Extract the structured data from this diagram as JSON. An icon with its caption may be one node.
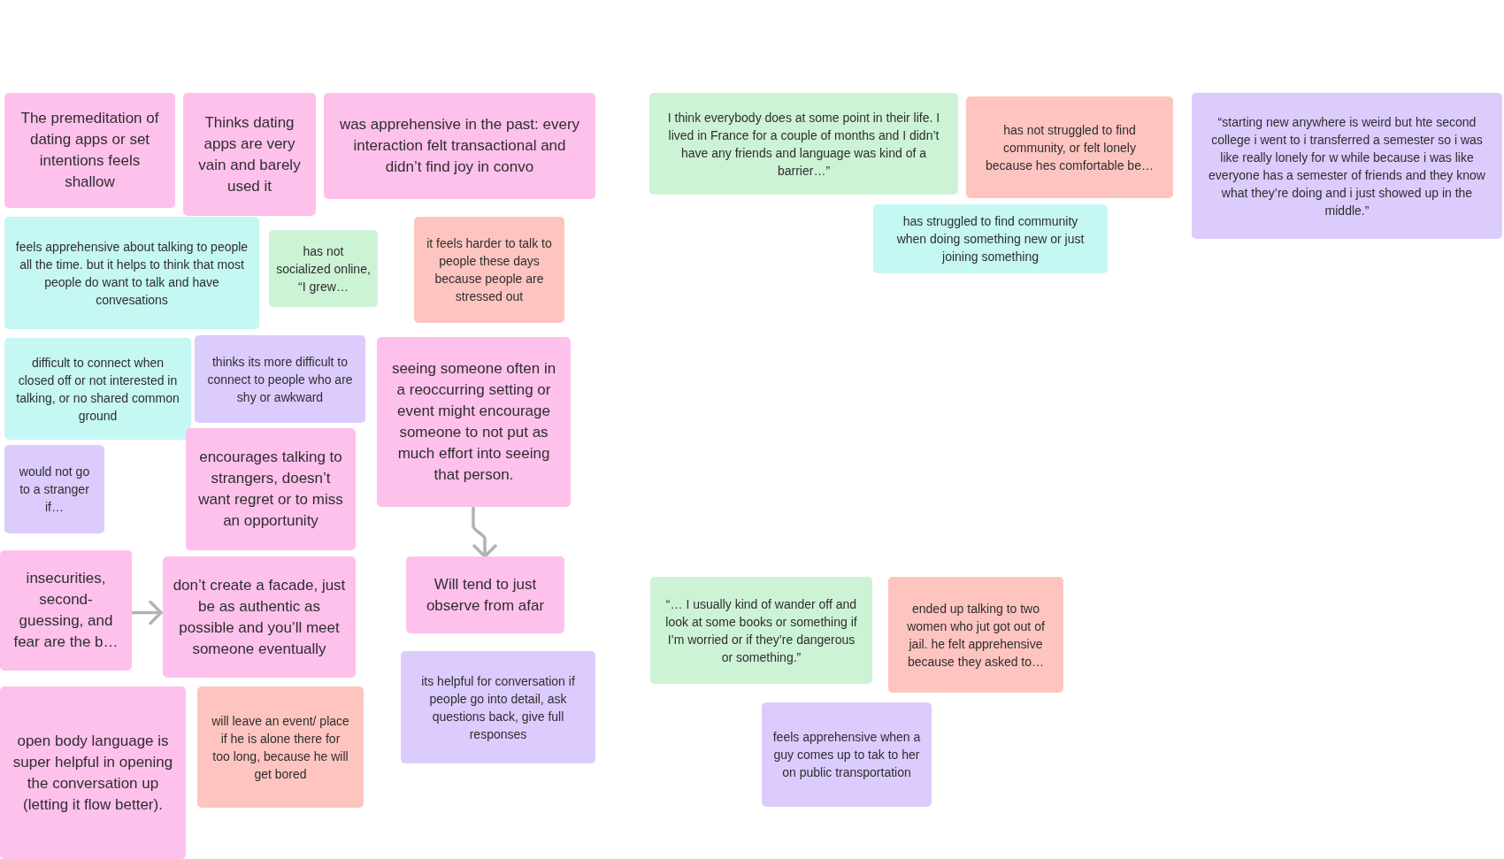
{
  "diagram": {
    "nodes": [
      {
        "text": [
          "The premeditation of dating apps or set intentions feels shallow"
        ]
      },
      {
        "text": [
          "Thinks dating apps are very vain and barely used it"
        ]
      },
      {
        "text": [
          "was apprehensive in the past: every interaction felt transactional and didn’t find joy in convo"
        ]
      },
      {
        "text": [
          "feels apprehensive about talking to people all the time. but it helps to think that most people do want to talk and have convesations"
        ]
      },
      {
        "text": [
          "has not socialized online, “I grew…"
        ]
      },
      {
        "text": [
          "it feels harder to talk to people these days because people are stressed out"
        ]
      },
      {
        "text": [
          "difficult to connect when closed off or not interested in talking, or no shared common ground"
        ]
      },
      {
        "text": [
          "thinks its more difficult to connect to people who are shy or awkward"
        ]
      },
      {
        "text": [
          "seeing someone often in a reoccurring setting or event might encourage someone to not put as much effort into seeing that person."
        ]
      },
      {
        "text": [
          "would not go to a stranger if…"
        ]
      },
      {
        "text": [
          "encourages talking to strangers, doesn’t want regret or to miss an opportunity"
        ]
      },
      {
        "text": [
          "insecurities, second-guessing, and fear are the b…"
        ]
      },
      {
        "text": [
          "don’t create a facade, just be as authentic as possible and you’ll meet someone eventually"
        ]
      },
      {
        "text": [
          "Will tend to just observe from afar"
        ]
      },
      {
        "text": [
          "open body language is super helpful in opening the conversation up (letting it flow better)."
        ]
      },
      {
        "text": [
          "will leave an event/ place if he is alone there for too long, because he will get bored"
        ]
      },
      {
        "text": [
          "its helpful for conversation if people go into detail, ask questions back, give full responses"
        ]
      },
      {
        "text": [
          "I think everybody does at some point in their life. I lived in France for a couple of months and I didn’t have any friends and language was kind of a barrier…”"
        ]
      },
      {
        "text": [
          "has not struggled to find community, or felt lonely because hes comfortable be…"
        ]
      },
      {
        "text": [
          "“starting new anywhere is weird but hte second college i went to i transferred a semester so i was like really lonely for w while because i was like everyone has a semester of friends and they know what they’re doing and i just showed up in the middle.”"
        ]
      },
      {
        "text": [
          "has struggled to find community when doing something new or just joining something"
        ]
      },
      {
        "text": [
          "“… I usually kind of wander off and look at some books or something if I’m worried or if they’re dangerous or something.”"
        ]
      },
      {
        "text": [
          "ended up talking to two women who jut got out of jail. he felt apprehensive because they asked to…"
        ]
      },
      {
        "text": [
          "feels apprehensive when a guy comes up to tak to her on public transportation"
        ]
      }
    ],
    "edges": [
      {
        "from": 8,
        "to": 13,
        "arrow": "to"
      },
      {
        "from": 11,
        "to": 12,
        "arrow": "to"
      }
    ]
  }
}
